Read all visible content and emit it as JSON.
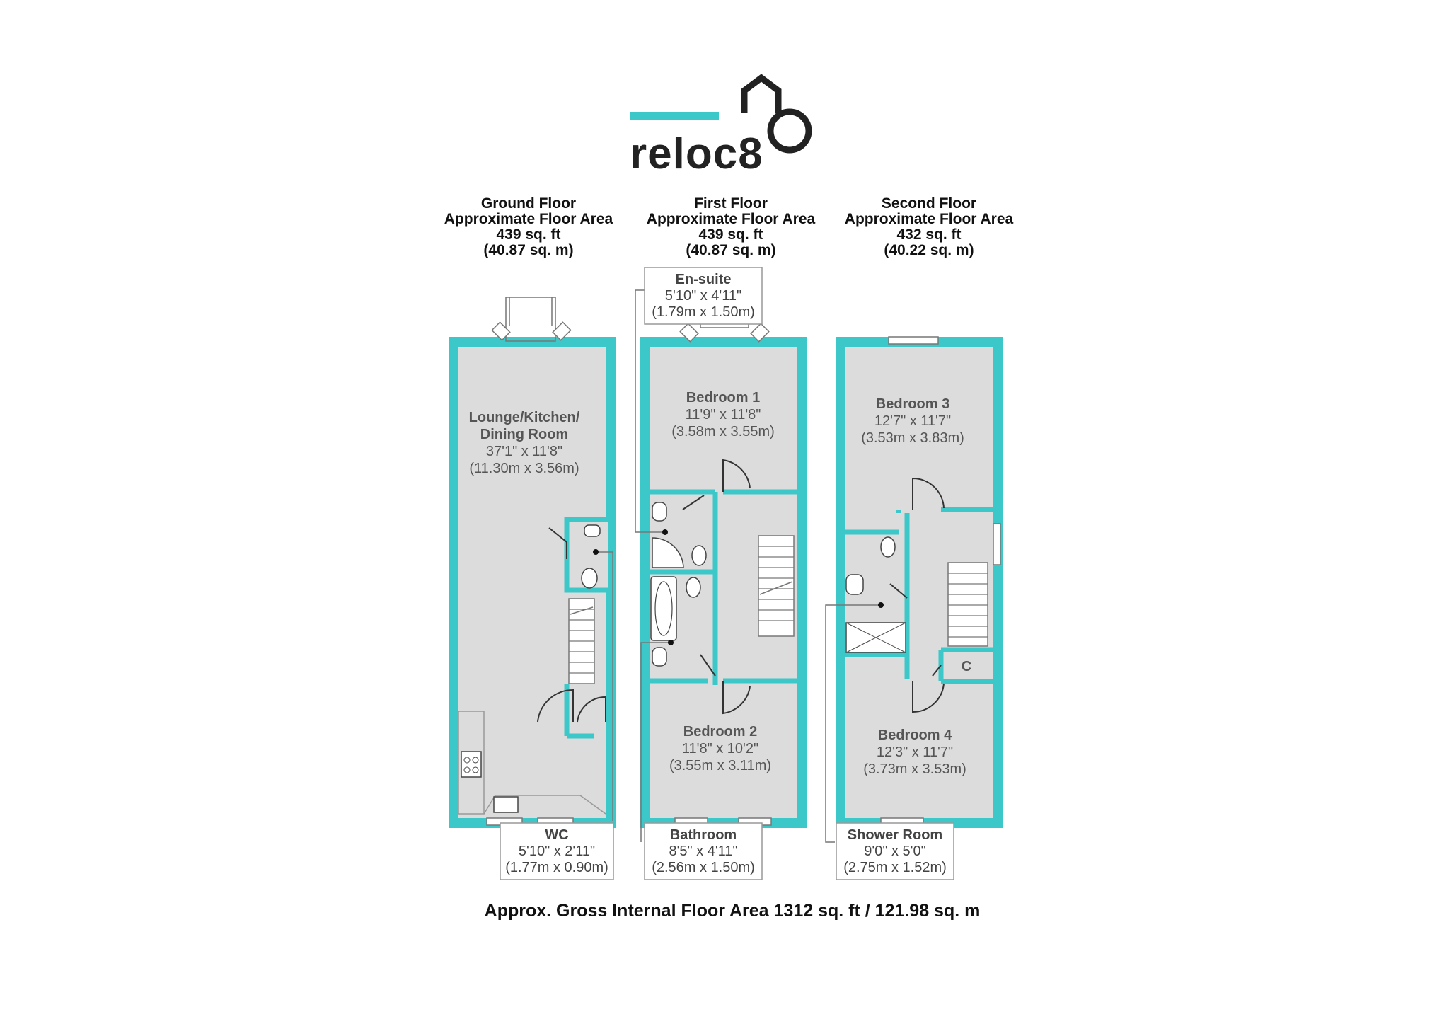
{
  "brand": {
    "name": "reloc8",
    "accent_color": "#3cc8c8",
    "dark_color": "#222222"
  },
  "floors": [
    {
      "title": "Ground Floor",
      "area_label": "Approximate Floor Area",
      "sq_ft": "439 sq. ft",
      "sq_m": "(40.87 sq. m)"
    },
    {
      "title": "First Floor",
      "area_label": "Approximate Floor Area",
      "sq_ft": "439 sq. ft",
      "sq_m": "(40.87 sq. m)"
    },
    {
      "title": "Second Floor",
      "area_label": "Approximate Floor Area",
      "sq_ft": "432 sq. ft",
      "sq_m": "(40.22 sq. m)"
    }
  ],
  "rooms": {
    "lounge": {
      "name_line1": "Lounge/Kitchen/",
      "name_line2": "Dining Room",
      "imperial": "37'1\" x 11'8\"",
      "metric": "(11.30m x 3.56m)"
    },
    "bedroom1": {
      "name": "Bedroom 1",
      "imperial": "11'9\" x 11'8\"",
      "metric": "(3.58m x 3.55m)"
    },
    "bedroom2": {
      "name": "Bedroom 2",
      "imperial": "11'8\" x 10'2\"",
      "metric": "(3.55m x 3.11m)"
    },
    "bedroom3": {
      "name": "Bedroom 3",
      "imperial": "12'7\" x 11'7\"",
      "metric": "(3.53m x 3.83m)"
    },
    "bedroom4": {
      "name": "Bedroom 4",
      "imperial": "12'3\" x 11'7\"",
      "metric": "(3.73m x 3.53m)"
    },
    "cupboard": {
      "name": "C"
    }
  },
  "callouts": {
    "wc": {
      "name": "WC",
      "imperial": "5'10\" x 2'11\"",
      "metric": "(1.77m x 0.90m)"
    },
    "ensuite": {
      "name": "En-suite",
      "imperial": "5'10\" x 4'11\"",
      "metric": "(1.79m x 1.50m)"
    },
    "bathroom": {
      "name": "Bathroom",
      "imperial": "8'5\" x 4'11\"",
      "metric": "(2.56m x 1.50m)"
    },
    "shower": {
      "name": "Shower Room",
      "imperial": "9'0\" x 5'0\"",
      "metric": "(2.75m x 1.52m)"
    }
  },
  "gross_area": "Approx. Gross Internal Floor Area 1312 sq. ft / 121.98 sq. m",
  "colors": {
    "wall": "#3cc8c8",
    "room_fill": "#dcdcdc"
  }
}
